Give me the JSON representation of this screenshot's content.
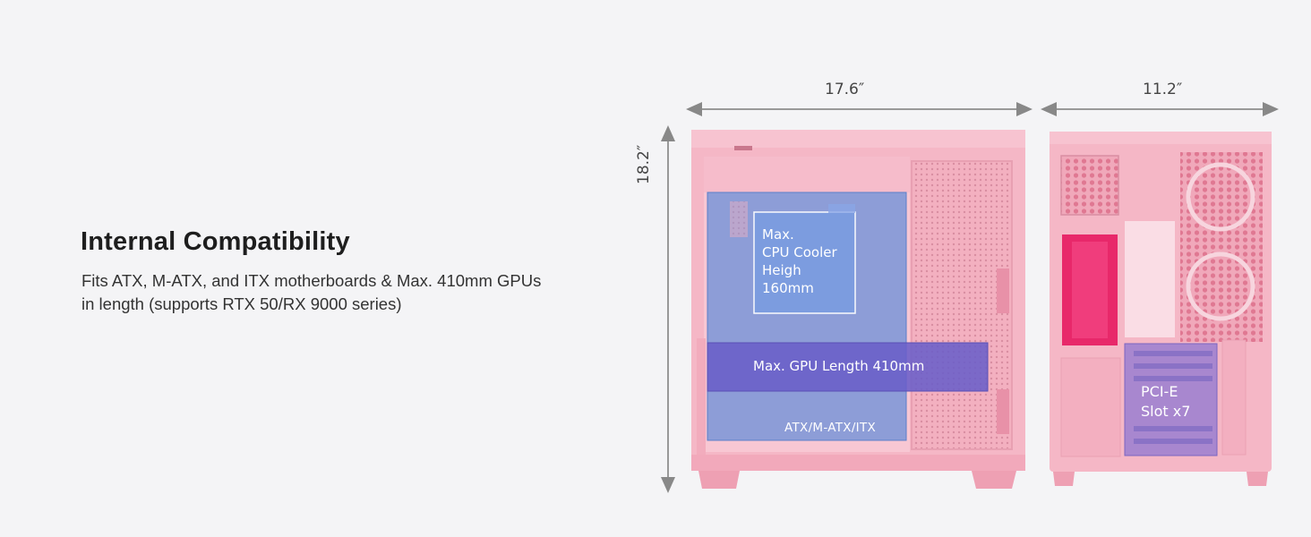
{
  "heading": {
    "title": "Internal Compatibility",
    "description_lines": [
      "Fits ATX, M-ATX, and ITX motherboards & Max. 410mm GPUs",
      "in length (supports RTX 50/RX 9000 series)"
    ]
  },
  "dimensions": {
    "length": "17.6″",
    "height": "18.2″",
    "width": "11.2″"
  },
  "overlays": {
    "cpu_cooler": [
      "Max.",
      "CPU Cooler",
      "Heigh",
      "160mm"
    ],
    "gpu_length": "Max. GPU Length 410mm",
    "motherboard": "ATX/M-ATX/ITX",
    "pcie": [
      "PCI-E",
      "Slot x7"
    ]
  },
  "colors": {
    "background": "#f4f4f6",
    "case_pink": "#f5b7c6",
    "accent_magenta": "#e8286a",
    "overlay_blue": "#6a8fd8",
    "overlay_purple": "#6a5fc8"
  }
}
